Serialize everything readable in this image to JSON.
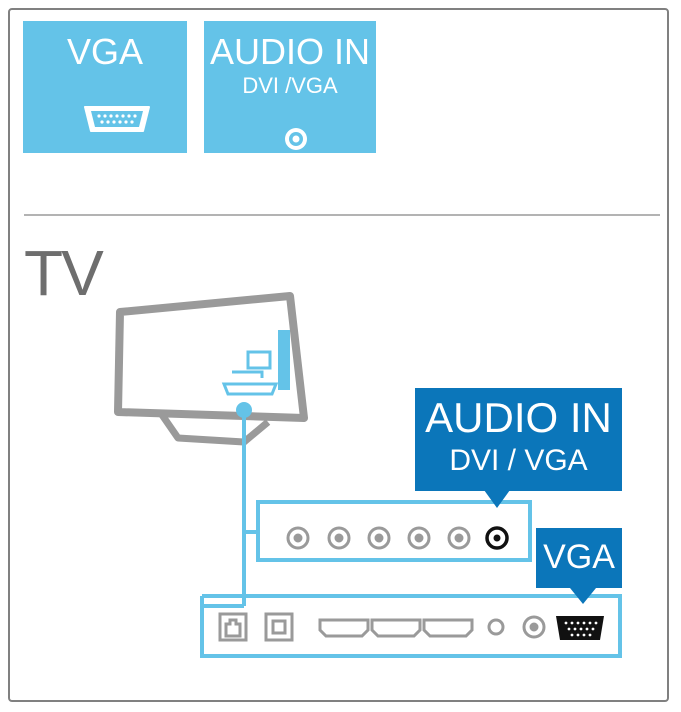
{
  "tiles": {
    "vga": {
      "label": "VGA"
    },
    "audio_in": {
      "label": "AUDIO IN",
      "sublabel": "DVI /VGA"
    }
  },
  "tv_label": "TV",
  "callouts": {
    "audio_in": {
      "label": "AUDIO IN",
      "sublabel": "DVI / VGA"
    },
    "vga": {
      "label": "VGA"
    }
  },
  "colors": {
    "tile_background": "#64c3e8",
    "callout_background": "#0b76ba",
    "cable": "#64c3e8",
    "tv_gray": "#9a9a9a",
    "frame": "#808080"
  }
}
